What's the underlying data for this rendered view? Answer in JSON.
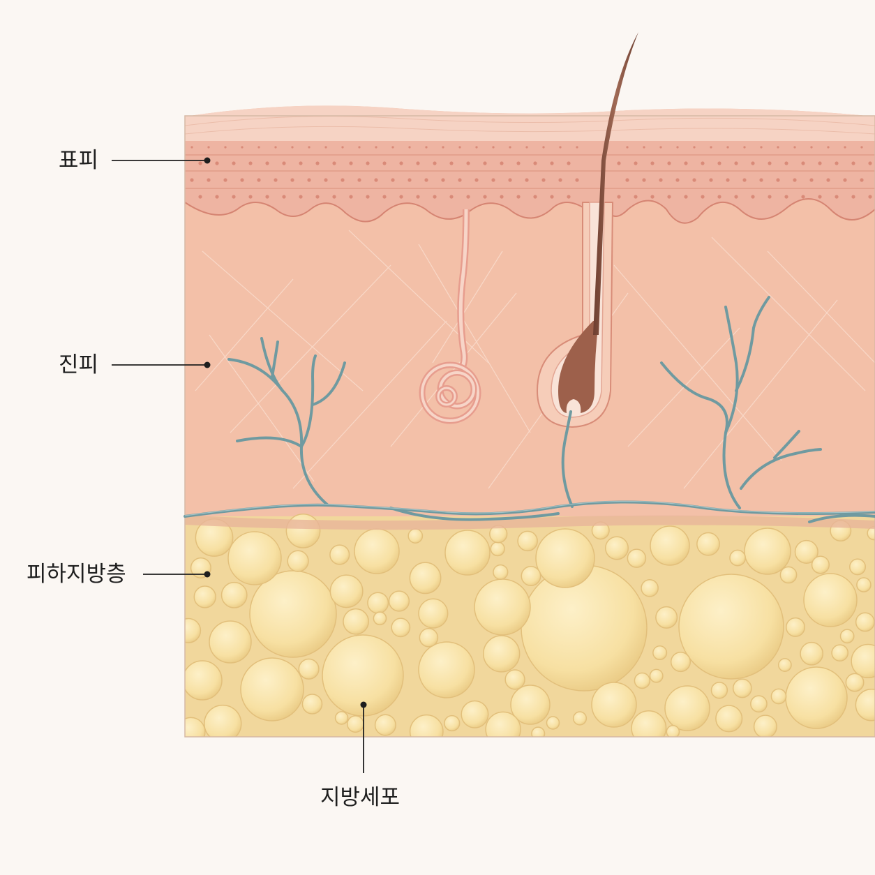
{
  "labels": {
    "epidermis": "표피",
    "dermis": "진피",
    "subcutaneous": "피하지방층",
    "fat_cell": "지방세포"
  },
  "colors": {
    "background": "#fbf7f3",
    "stratum_corneum": "#f6d3c4",
    "epidermis": "#eeb4a2",
    "dermis": "#f3c0a8",
    "fat_layer": "#f1d79c",
    "fat_cell": "#f8e3a8",
    "vessel": "#6f9aa0",
    "hair": "#8f5a48",
    "leader_line": "#1e1e1e"
  },
  "icons": {
    "leader_dot": "filled-circle"
  }
}
